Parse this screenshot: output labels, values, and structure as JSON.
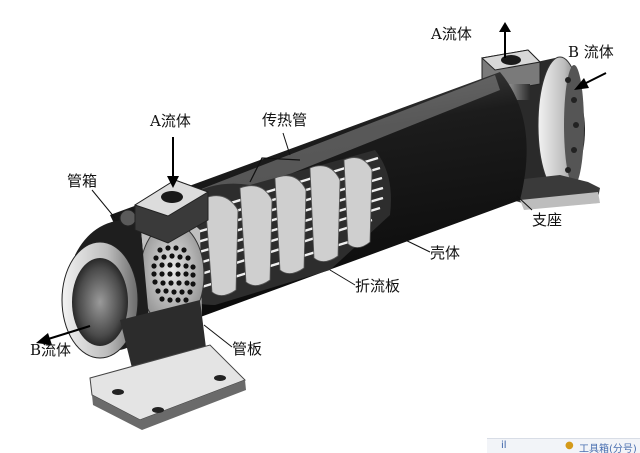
{
  "labels": {
    "a_fluid_top": "A流体",
    "b_fluid_top": "B 流体",
    "a_fluid_left": "A流体",
    "heat_tube": "传热管",
    "tube_box": "管箱",
    "support": "支座",
    "shell": "壳体",
    "baffle": "折流板",
    "b_fluid_left": "B流体",
    "tube_sheet": "管板"
  },
  "watermark": {
    "icon": "il",
    "text": "工具箱(分号)"
  }
}
